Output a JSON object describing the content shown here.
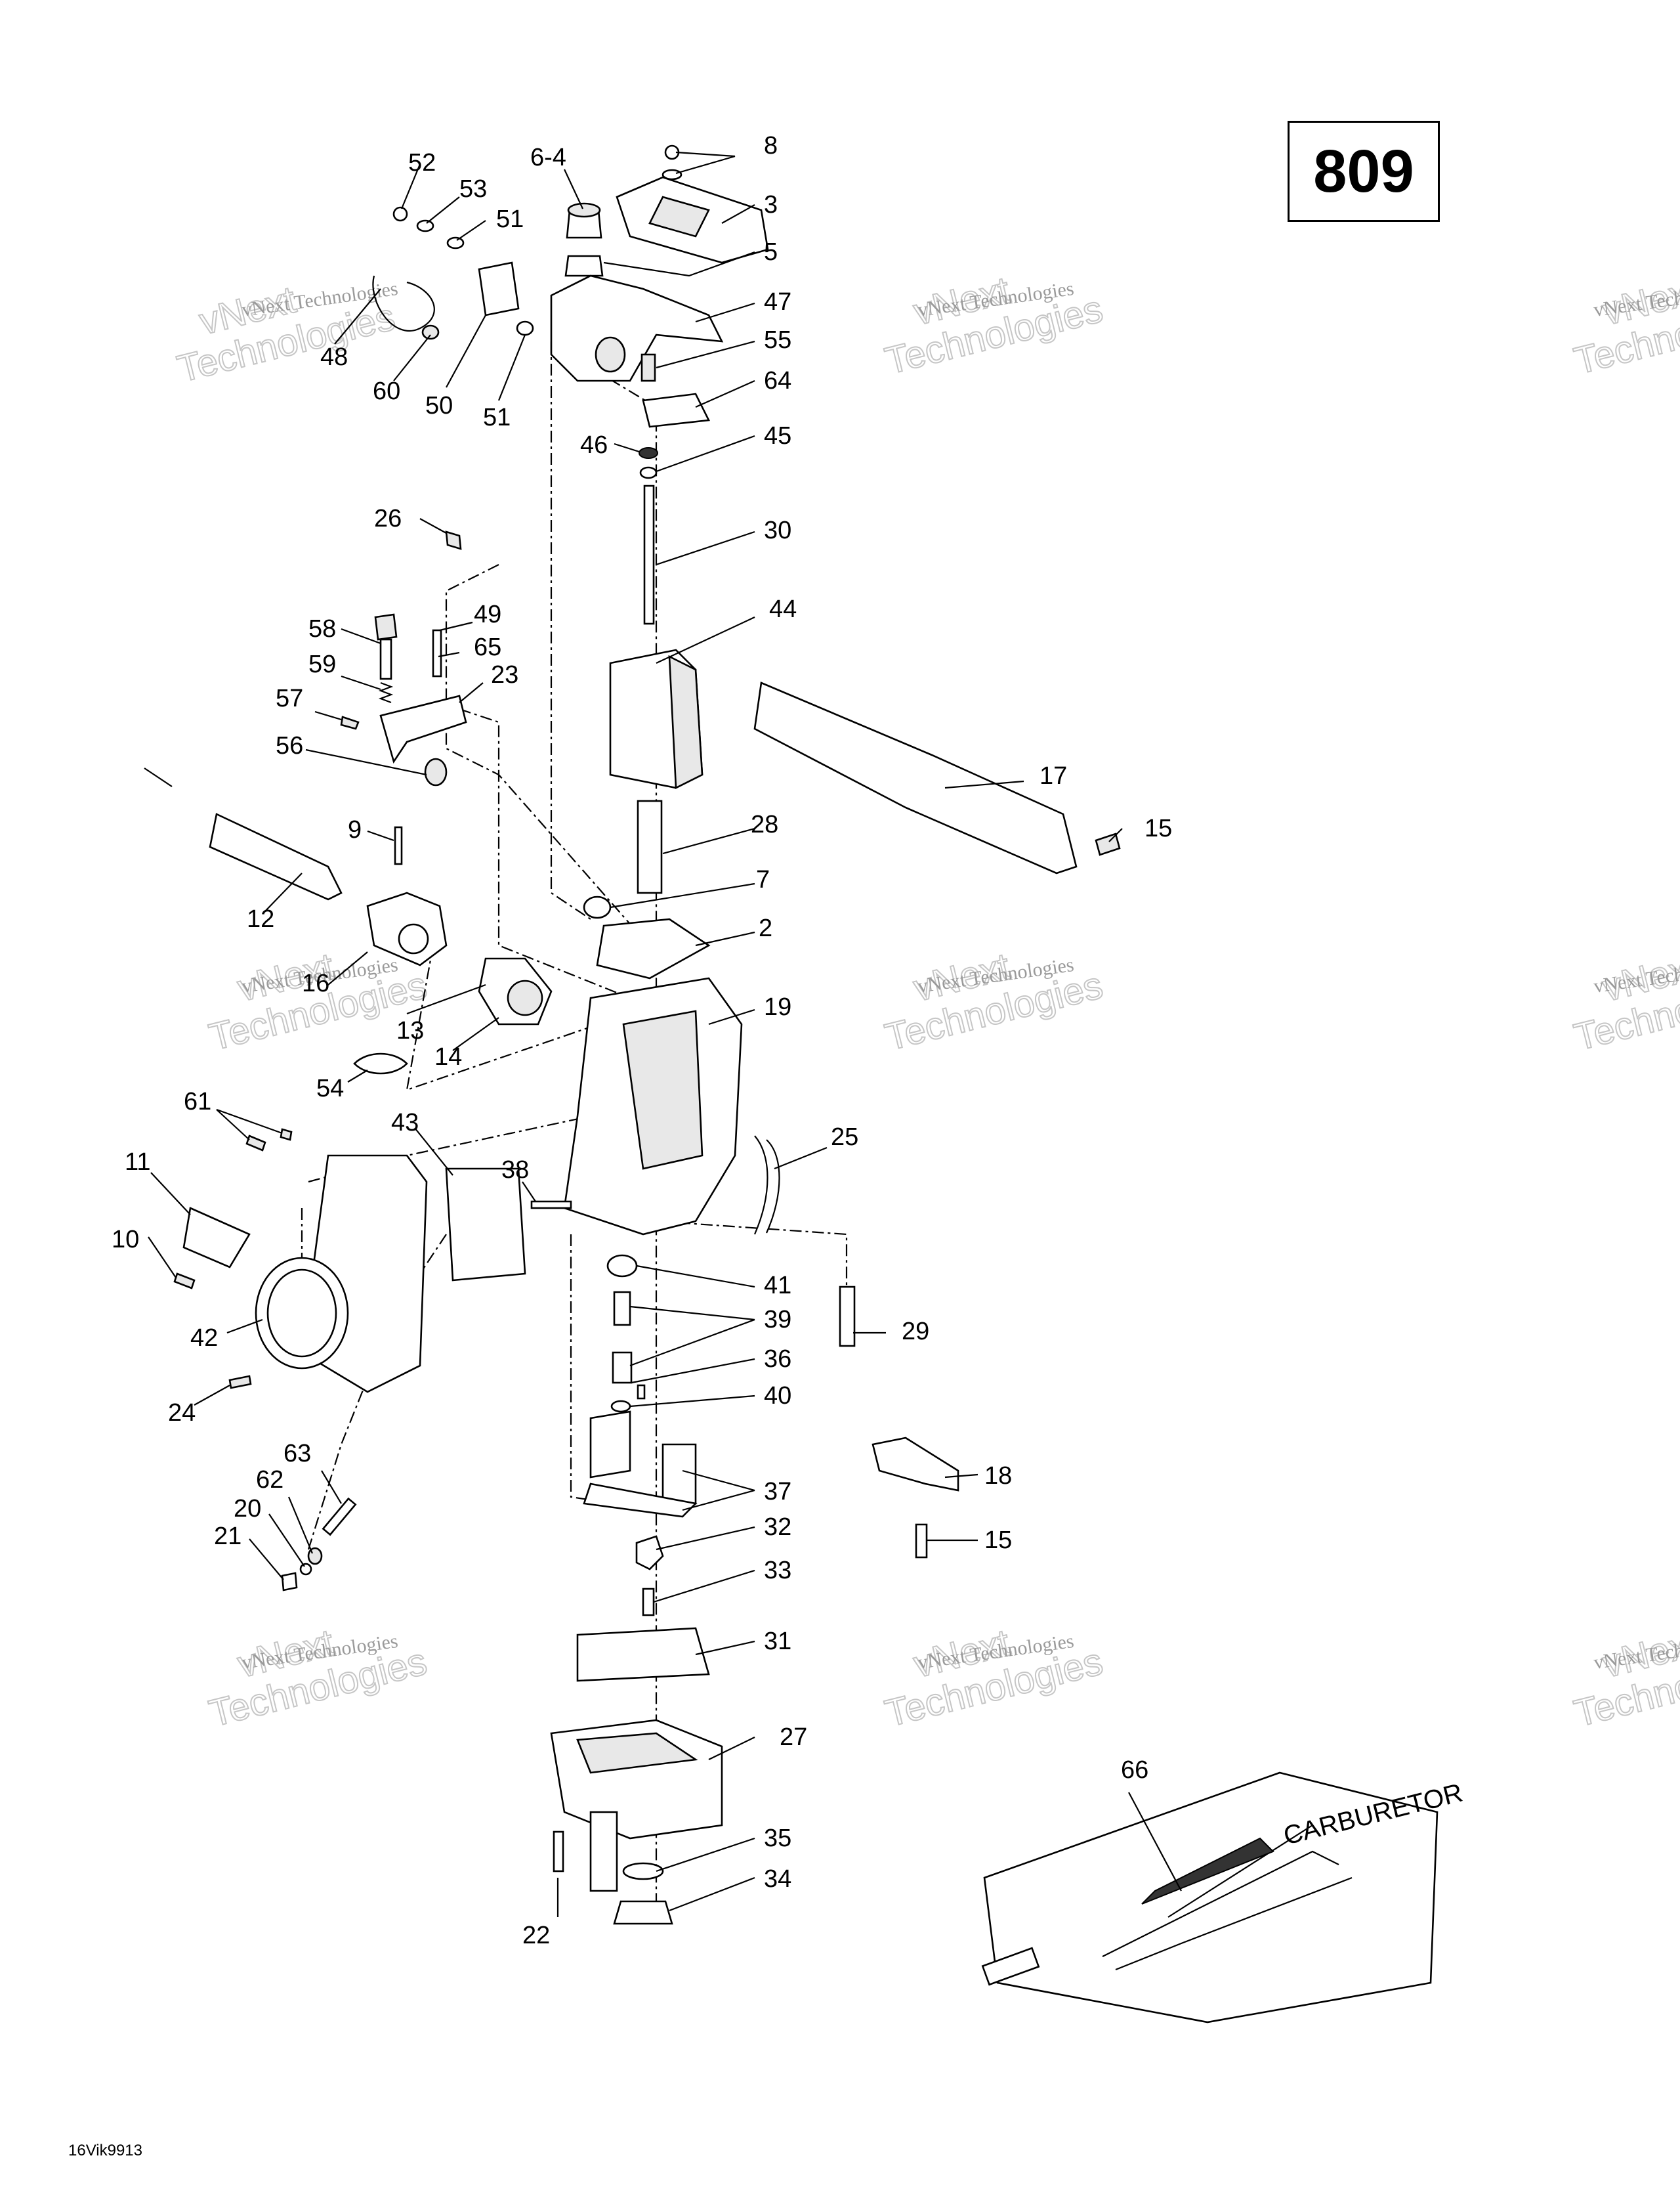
{
  "diagram_number": "809",
  "doc_reference": "16Vik9913",
  "watermark": {
    "line1": "vNext",
    "line2": "Technologies",
    "small": "vNext Technologies"
  },
  "tool_bag_text": [
    "CARBURETOR"
  ],
  "callouts": [
    "52",
    "53",
    "51",
    "6-4",
    "8",
    "3",
    "5",
    "47",
    "55",
    "64",
    "46",
    "45",
    "48",
    "60",
    "50",
    "51",
    "26",
    "30",
    "44",
    "58",
    "49",
    "65",
    "59",
    "23",
    "57",
    "56",
    "9",
    "17",
    "15",
    "12",
    "28",
    "7",
    "2",
    "16",
    "13",
    "14",
    "19",
    "54",
    "61",
    "43",
    "38",
    "25",
    "11",
    "10",
    "42",
    "41",
    "39",
    "29",
    "36",
    "40",
    "24",
    "63",
    "62",
    "37",
    "18",
    "20",
    "32",
    "15",
    "21",
    "33",
    "31",
    "27",
    "66",
    "35",
    "34",
    "22"
  ]
}
